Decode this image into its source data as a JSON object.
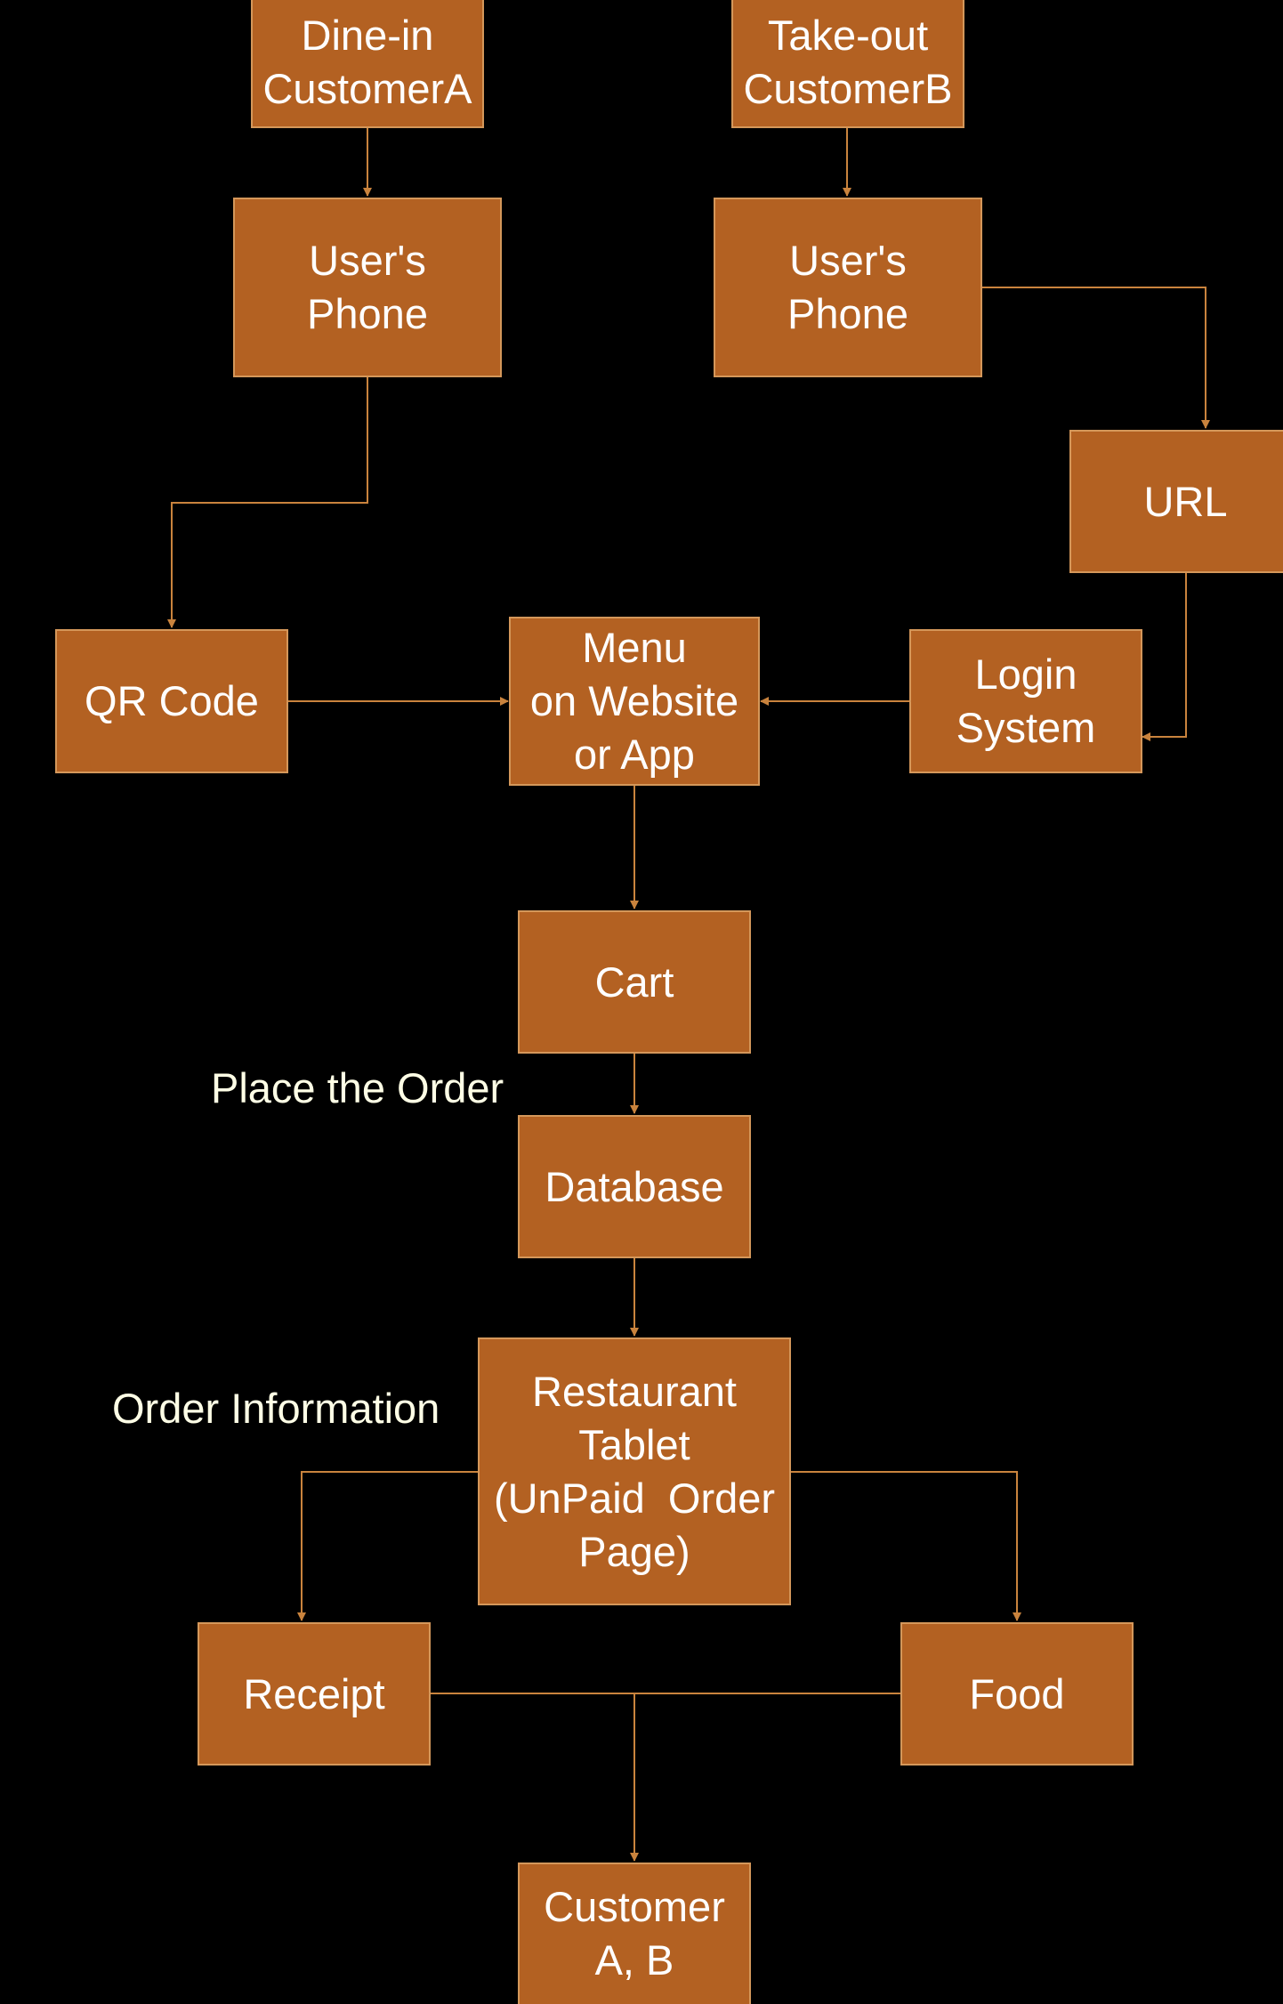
{
  "colors": {
    "background": "#000000",
    "node_fill": "#b36122",
    "node_stroke": "#d4975a",
    "node_text": "#ffffff",
    "edge": "#c9833d",
    "label_text": "#ffffe6"
  },
  "nodes": {
    "dinein_customer": {
      "lines": [
        "Dine-in",
        "CustomerA"
      ]
    },
    "takeout_customer": {
      "lines": [
        "Take-out",
        "CustomerB"
      ]
    },
    "users_phone_a": {
      "lines": [
        "User's",
        "Phone"
      ]
    },
    "users_phone_b": {
      "lines": [
        "User's",
        "Phone"
      ]
    },
    "url": {
      "lines": [
        "URL"
      ]
    },
    "qr_code": {
      "lines": [
        "QR Code"
      ]
    },
    "menu": {
      "lines": [
        "Menu",
        "on Website",
        "or App"
      ]
    },
    "login_system": {
      "lines": [
        "Login",
        "System"
      ]
    },
    "cart": {
      "lines": [
        "Cart"
      ]
    },
    "database": {
      "lines": [
        "Database"
      ]
    },
    "restaurant_tablet": {
      "lines": [
        "Restaurant",
        "Tablet",
        "(UnPaid  Order",
        "Page)"
      ]
    },
    "receipt": {
      "lines": [
        "Receipt"
      ]
    },
    "food": {
      "lines": [
        "Food"
      ]
    },
    "customer_ab": {
      "lines": [
        "Customer",
        "A, B"
      ]
    }
  },
  "labels": {
    "place_order": "Place the Order",
    "order_information": "Order Information"
  }
}
